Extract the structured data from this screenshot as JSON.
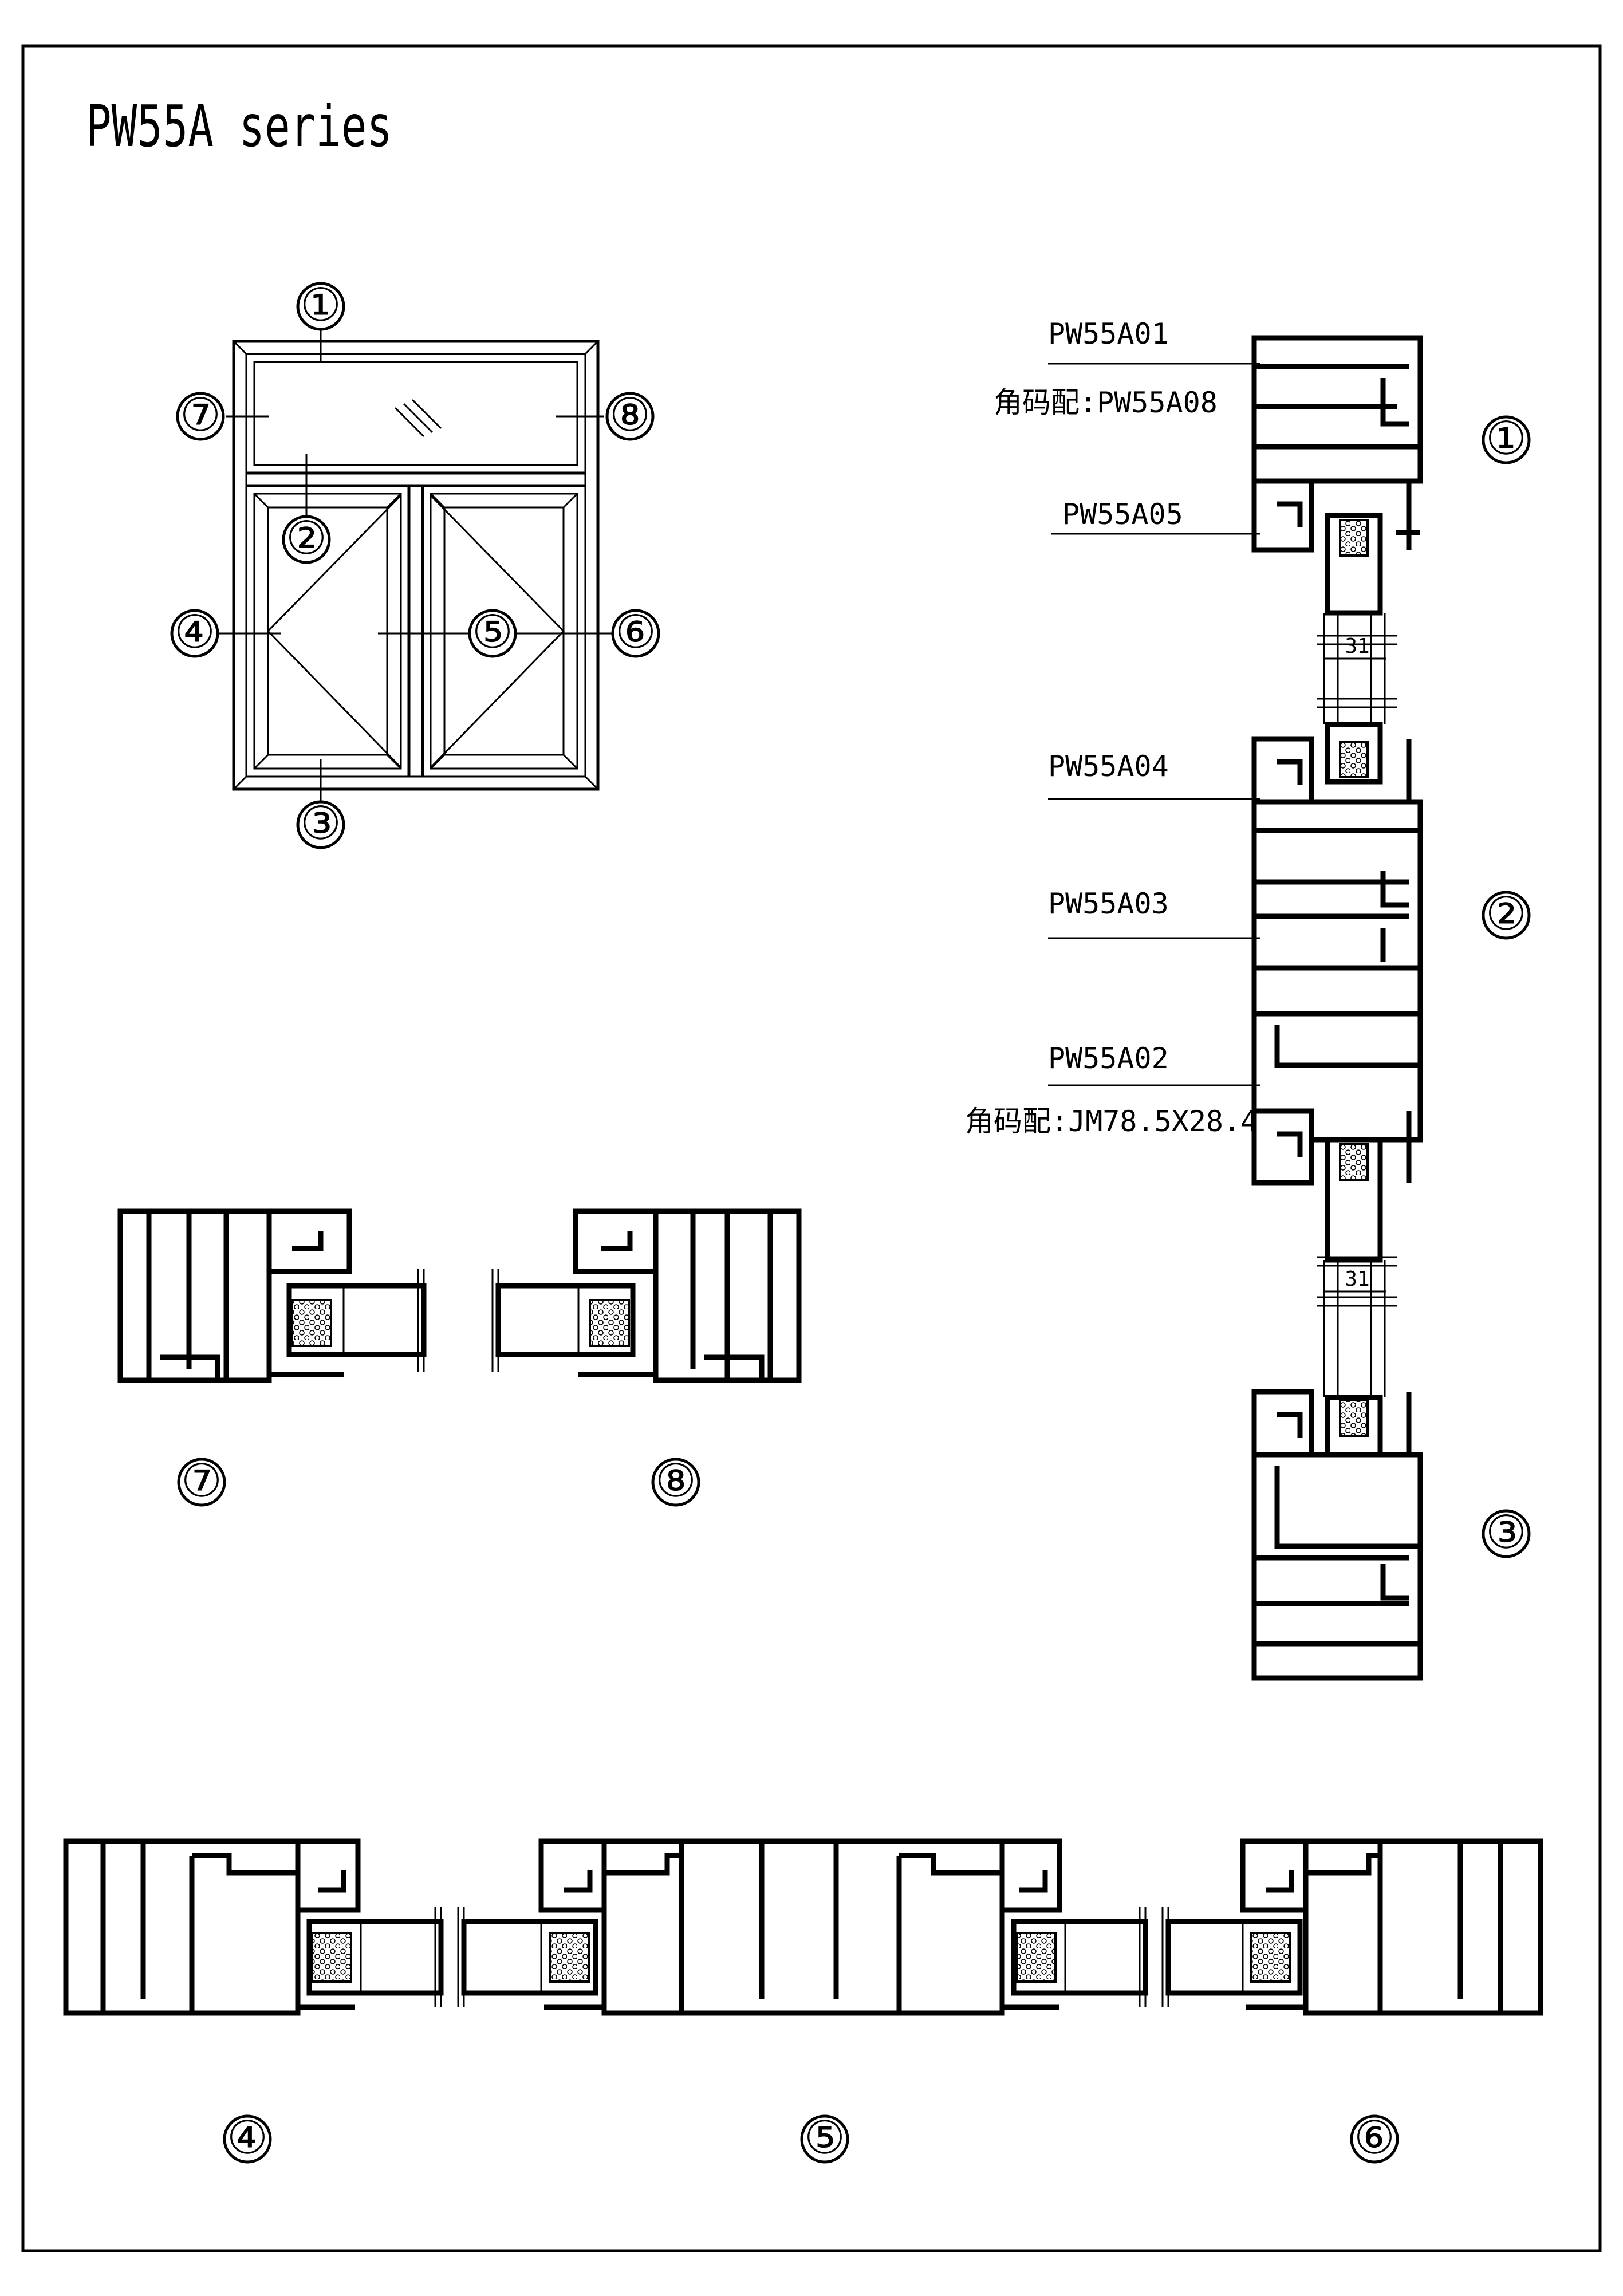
{
  "title": "PW55A series",
  "callouts": [
    "①",
    "②",
    "③",
    "④",
    "⑤",
    "⑥",
    "⑦",
    "⑧"
  ],
  "section_labels": {
    "s1": "①",
    "s2": "②",
    "s3": "③",
    "s4": "④",
    "s5": "⑤",
    "s6": "⑥",
    "s7": "⑦",
    "s8": "⑧"
  },
  "profile_labels": {
    "a01": "PW55A01",
    "a08": "角码配:PW55A08",
    "a05": "PW55A05",
    "a04": "PW55A04",
    "a03": "PW55A03",
    "a02": "PW55A02",
    "jm": "角码配:JM78.5X28.4"
  },
  "dimensions": {
    "d1": "31",
    "d2": "31"
  },
  "colors": {
    "ink": "#000000",
    "paper": "#ffffff"
  }
}
